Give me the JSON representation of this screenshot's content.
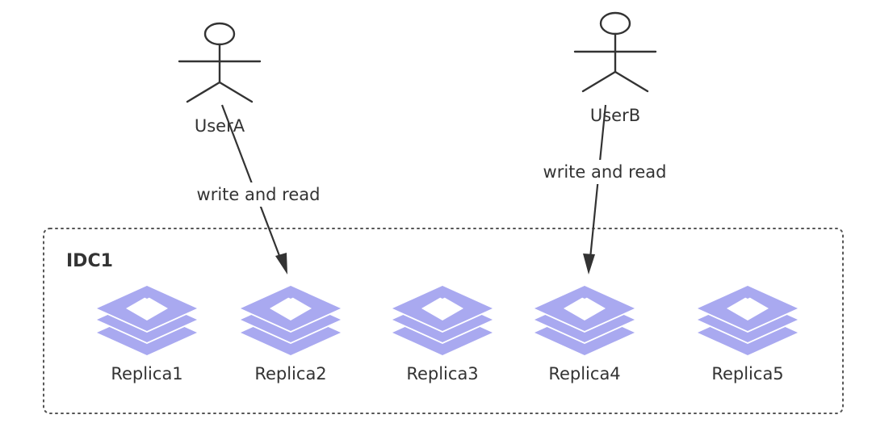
{
  "group": {
    "title": "IDC1"
  },
  "users": [
    {
      "id": "userA",
      "label": "UserA"
    },
    {
      "id": "userB",
      "label": "UserB"
    }
  ],
  "edges": [
    {
      "from": "UserA",
      "to": "Replica2",
      "label": "write and read"
    },
    {
      "from": "UserB",
      "to": "Replica4",
      "label": "write and read"
    }
  ],
  "replicas": [
    {
      "label": "Replica1"
    },
    {
      "label": "Replica2"
    },
    {
      "label": "Replica3"
    },
    {
      "label": "Replica4"
    },
    {
      "label": "Replica5"
    }
  ],
  "colors": {
    "replica": "#a9a9f0",
    "stroke": "#333333",
    "group_border": "#555555"
  },
  "icons": {
    "user": "stick-figure-icon",
    "replica": "database-stack-icon"
  }
}
